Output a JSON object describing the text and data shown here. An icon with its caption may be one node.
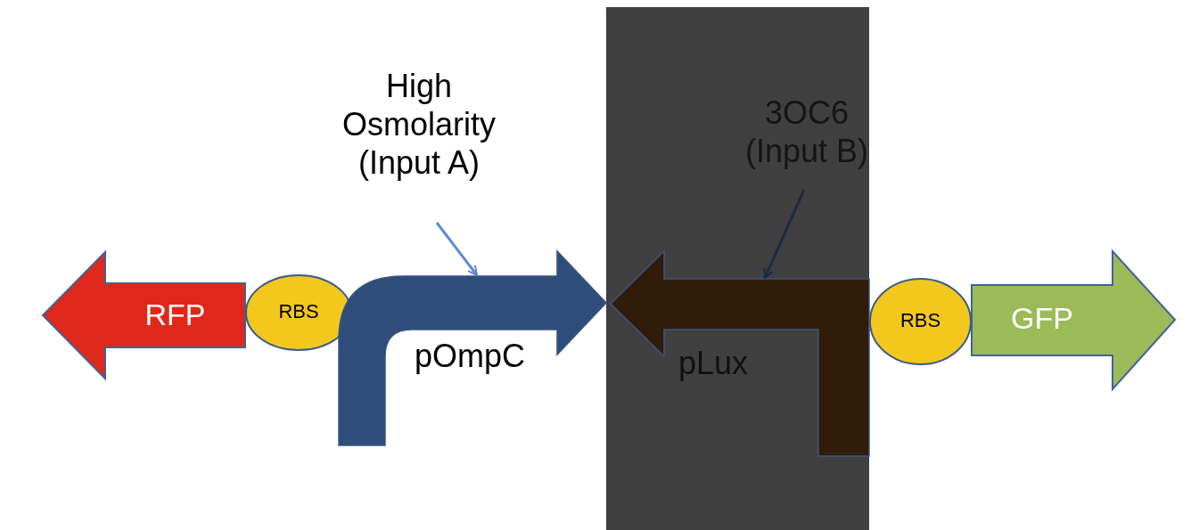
{
  "diagram": {
    "nodes": [
      {
        "text": [
          "RFP"
        ]
      },
      {
        "text": [
          "RBS"
        ]
      },
      {
        "text": [
          "pOmpC"
        ]
      },
      {
        "text": [
          "High Osmolarity (Input A)"
        ]
      },
      {
        "text": [
          "3OC6 (Input B)"
        ]
      },
      {
        "text": [
          "pLux"
        ]
      },
      {
        "text": [
          "RBS"
        ]
      },
      {
        "text": [
          "GFP"
        ]
      }
    ],
    "edges": [
      {
        "from": 3,
        "to": 2,
        "arrow": "to",
        "color": "#5b8bd0"
      },
      {
        "from": 4,
        "to": 5,
        "arrow": "to",
        "color": "#1c2a40"
      }
    ]
  }
}
